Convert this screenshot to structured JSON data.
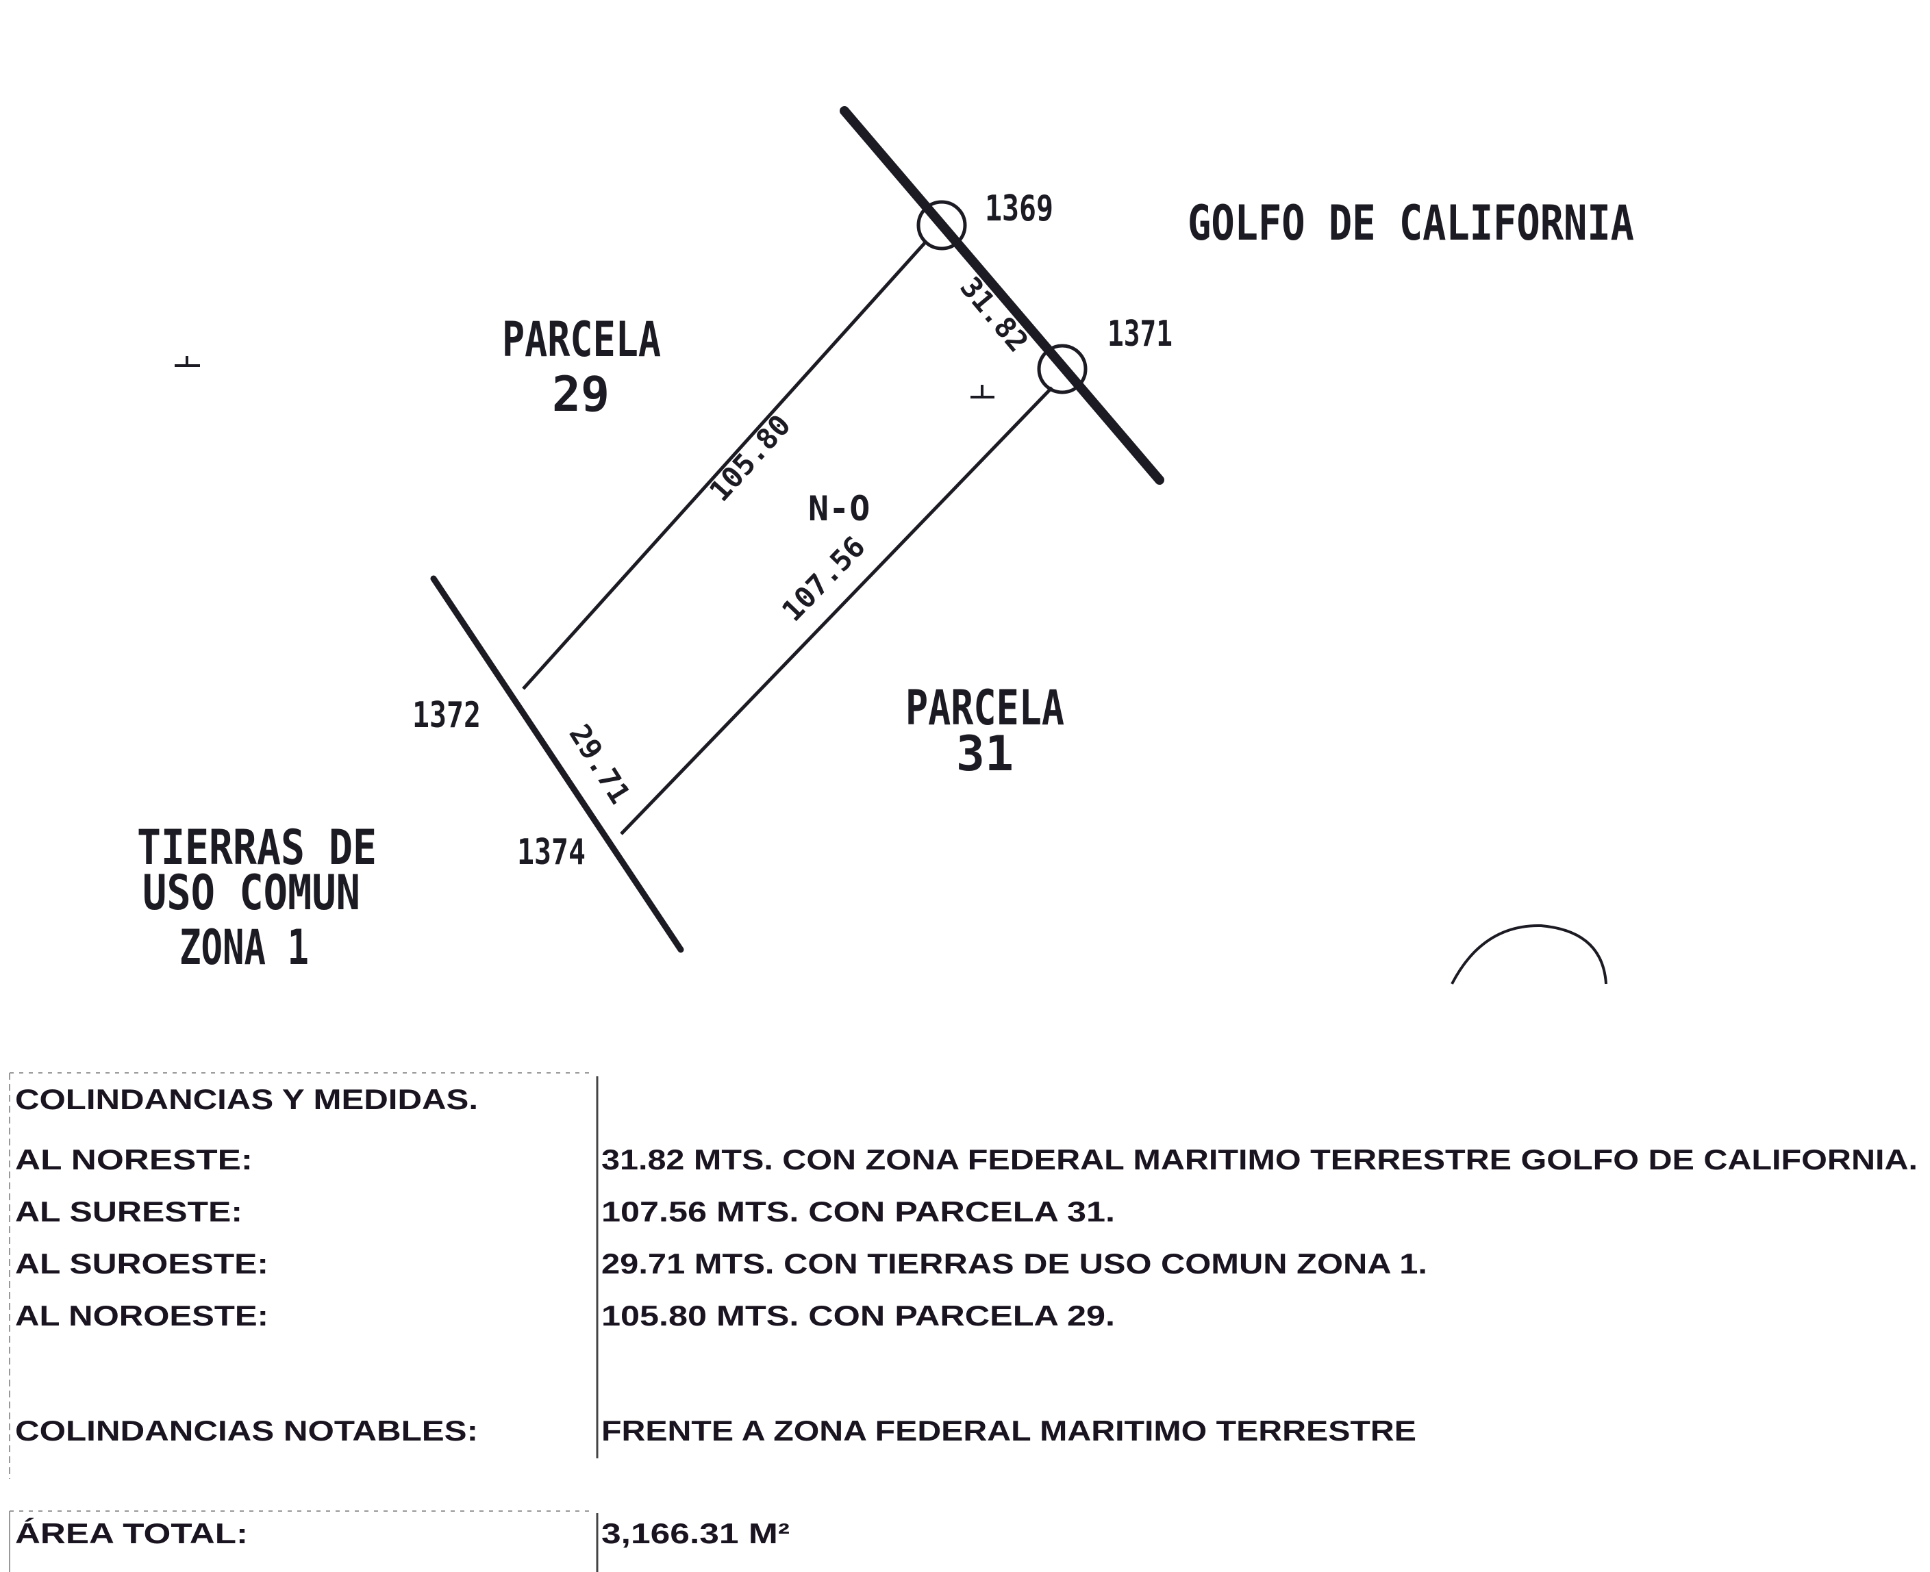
{
  "plan": {
    "sea_label": "GOLFO DE CALIFORNIA",
    "parcel_nw": {
      "word": "PARCELA",
      "number": "29"
    },
    "parcel_se": {
      "word": "PARCELA",
      "number": "31"
    },
    "common_land": {
      "line1": "TIERRAS DE",
      "line2": "USO COMUN",
      "line3": "ZONA 1"
    },
    "vertices": {
      "v1": "1369",
      "v2": "1371",
      "v3": "1372",
      "v4": "1374"
    },
    "distances": {
      "ne": "31.82",
      "nw": "105.80",
      "se": "107.56",
      "sw": "29.71"
    },
    "orientation": "N-O"
  },
  "table": {
    "heading": "COLINDANCIAS Y MEDIDAS.",
    "rows": [
      {
        "label": "AL NORESTE:",
        "value": "31.82  MTS. CON ZONA FEDERAL MARITIMO TERRESTRE GOLFO DE CALIFORNIA."
      },
      {
        "label": "AL SURESTE:",
        "value": "107.56  MTS. CON PARCELA 31."
      },
      {
        "label": "AL SUROESTE:",
        "value": "29.71  MTS. CON TIERRAS DE USO COMUN ZONA 1."
      },
      {
        "label": "AL NOROESTE:",
        "value": "105.80  MTS. CON PARCELA 29."
      }
    ],
    "notable_label": "COLINDANCIAS NOTABLES:",
    "notable_value": "FRENTE A ZONA FEDERAL MARITIMO TERRESTRE",
    "area_label": "ÁREA TOTAL:",
    "area_value": "3,166.31 M²"
  }
}
